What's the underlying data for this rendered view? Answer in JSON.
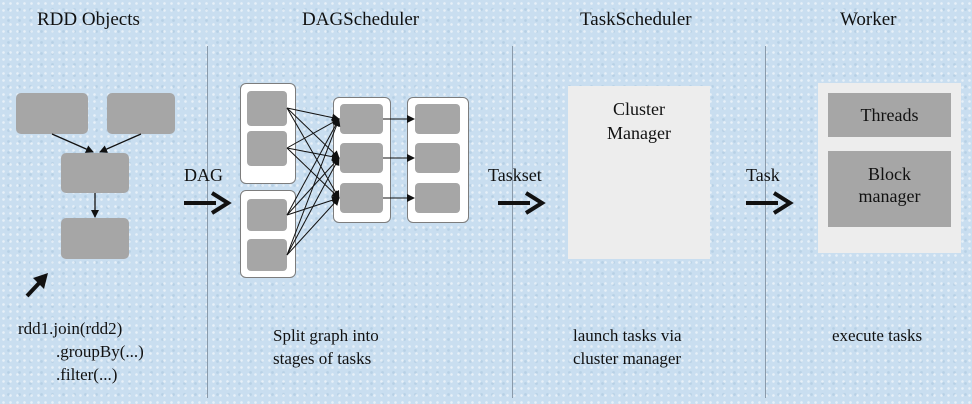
{
  "columns": [
    {
      "title": "RDD Objects"
    },
    {
      "title": "DAGScheduler"
    },
    {
      "title": "TaskScheduler"
    },
    {
      "title": "Worker"
    }
  ],
  "arrows": [
    {
      "label": "DAG"
    },
    {
      "label": "Taskset"
    },
    {
      "label": "Task"
    }
  ],
  "code_lines": [
    "rdd1.join(rdd2)",
    ".groupBy(...)",
    ".filter(...)"
  ],
  "captions": {
    "dag": [
      "Split graph into",
      "stages of tasks"
    ],
    "task_scheduler": [
      "launch tasks via",
      "cluster manager"
    ],
    "worker": [
      "execute tasks"
    ]
  },
  "cluster_manager": {
    "lines": [
      "Cluster",
      "Manager"
    ]
  },
  "worker": {
    "threads": "Threads",
    "block_manager": [
      "Block",
      "manager"
    ]
  },
  "colors": {
    "background": "#c9def0",
    "rdd_box": "#a6a6a6",
    "panel": "#ededed",
    "stage": "#ffffff"
  }
}
